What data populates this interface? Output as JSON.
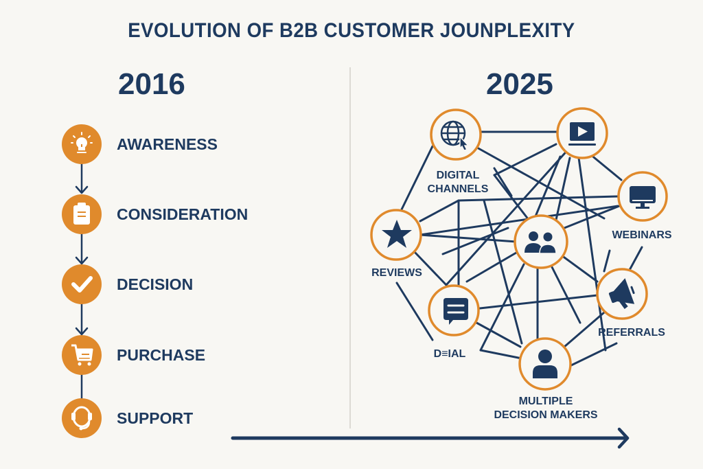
{
  "title": "EVOLUTION OF B2B CUSTOMER JOUNPLEXITY",
  "colors": {
    "navy": "#1e3a5f",
    "orange": "#e08a2c",
    "background": "#f8f7f3",
    "divider": "#dcdad4"
  },
  "left_panel": {
    "year": "2016",
    "stages": [
      {
        "label": "AWARENESS",
        "icon": "lightbulb-icon"
      },
      {
        "label": "CONSIDERATION",
        "icon": "clipboard-icon"
      },
      {
        "label": "DECISION",
        "icon": "checkmark-icon"
      },
      {
        "label": "PURCHASE",
        "icon": "shopping-cart-icon"
      },
      {
        "label": "SUPPORT",
        "icon": "headset-icon"
      }
    ]
  },
  "right_panel": {
    "year": "2025",
    "nodes": [
      {
        "id": "digital",
        "icon": "globe-cursor-icon"
      },
      {
        "id": "video",
        "icon": "video-play-icon"
      },
      {
        "id": "webinar",
        "icon": "monitor-icon"
      },
      {
        "id": "reviews",
        "icon": "star-icon"
      },
      {
        "id": "group",
        "icon": "people-icon"
      },
      {
        "id": "chat",
        "icon": "chat-bubble-icon"
      },
      {
        "id": "referral",
        "icon": "megaphone-icon"
      },
      {
        "id": "decision",
        "icon": "person-icon"
      }
    ],
    "labels": {
      "digital_line1": "DIGITAL",
      "digital_line2": "CHANNELS",
      "webinars": "WEBINARS",
      "reviews": "REVIEWS",
      "dial": "D≡IAL",
      "referrals": "REFERRALS",
      "decision_line1": "MULTIPLE",
      "decision_line2": "DECISION MAKERS"
    }
  },
  "timeline_arrow": "time-arrow"
}
